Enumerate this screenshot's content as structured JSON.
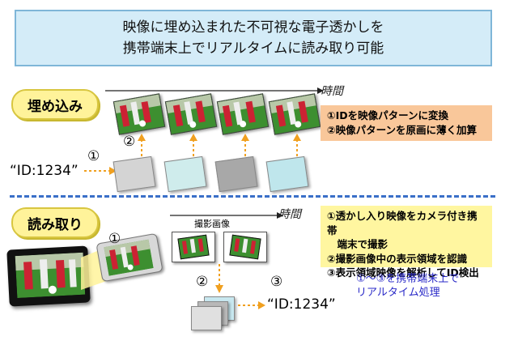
{
  "title": {
    "line1": "映像に埋め込まれた不可視な電子透かしを",
    "line2": "携帯端末上でリアルタイムに読み取り可能"
  },
  "embed": {
    "label": "埋め込み",
    "time_label": "時間",
    "id_text": "“ID:1234”",
    "circle1": "①",
    "circle2": "②",
    "steps": [
      "①IDを映像パターンに変換",
      "②映像パターンを原画に薄く加算"
    ]
  },
  "read": {
    "label": "読み取り",
    "time_label": "時間",
    "captured_label": "撮影画像",
    "circle1": "①",
    "circle2": "②",
    "circle3": "③",
    "id_text": "“ID:1234”",
    "steps": [
      "①透かし入り映像をカメラ付き携帯",
      "　端末で撮影",
      "②撮影画像中の表示領域を認識",
      "③表示領域映像を解析してID検出"
    ],
    "note_line1": "①～③を携帯端末上で",
    "note_line2": "リアルタイム処理"
  },
  "colors": {
    "title_bg": "#d4ecf8",
    "pill_bg": "#fff39a",
    "arrow": "#f0a020",
    "note_orange": "#f9c79a",
    "note_yellow": "#fff6a0",
    "blue_text": "#2a2ac8",
    "divider": "#3a6fc8"
  }
}
